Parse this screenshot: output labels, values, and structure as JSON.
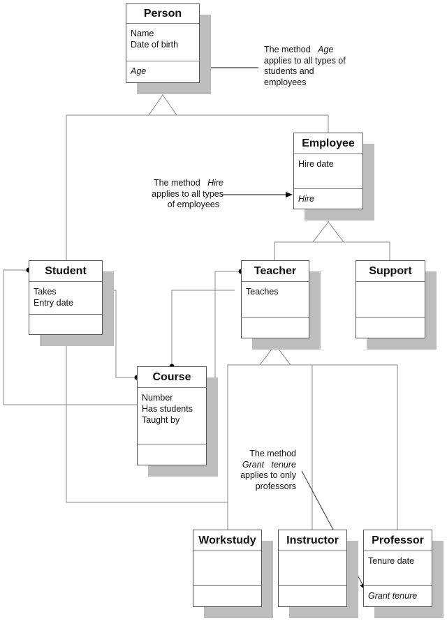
{
  "classes": [
    {
      "id": "person",
      "name": "Person",
      "attributes": [
        "Name",
        "Date of birth"
      ],
      "methods": [
        "Age"
      ]
    },
    {
      "id": "employee",
      "name": "Employee",
      "attributes": [
        "Hire date"
      ],
      "methods": [
        "Hire"
      ]
    },
    {
      "id": "student",
      "name": "Student",
      "attributes": [
        "Takes",
        "Entry date"
      ],
      "methods": []
    },
    {
      "id": "teacher",
      "name": "Teacher",
      "attributes": [
        "Teaches"
      ],
      "methods": []
    },
    {
      "id": "support",
      "name": "Support",
      "attributes": [],
      "methods": []
    },
    {
      "id": "course",
      "name": "Course",
      "attributes": [
        "Number",
        "Has students",
        "Taught by"
      ],
      "methods": []
    },
    {
      "id": "workstudy",
      "name": "Workstudy",
      "attributes": [],
      "methods": []
    },
    {
      "id": "instructor",
      "name": "Instructor",
      "attributes": [],
      "methods": []
    },
    {
      "id": "professor",
      "name": "Professor",
      "attributes": [
        "Tenure date"
      ],
      "methods": [
        "Grant tenure"
      ]
    }
  ],
  "notes": {
    "age": {
      "l1a": "The method",
      "l1b": "Age",
      "l2": "applies to all types of",
      "l3": "students and",
      "l4": "employees"
    },
    "hire": {
      "l1a": "The method",
      "l1b": "Hire",
      "l2": "applies to all types",
      "l3": "of employees"
    },
    "grant": {
      "l1": "The method",
      "l2": "Grant   tenure",
      "l3": "applies to only",
      "l4": "professors"
    }
  },
  "colors": {
    "line": "#888888",
    "shadow": "#bdbdbd",
    "border": "#555555"
  }
}
